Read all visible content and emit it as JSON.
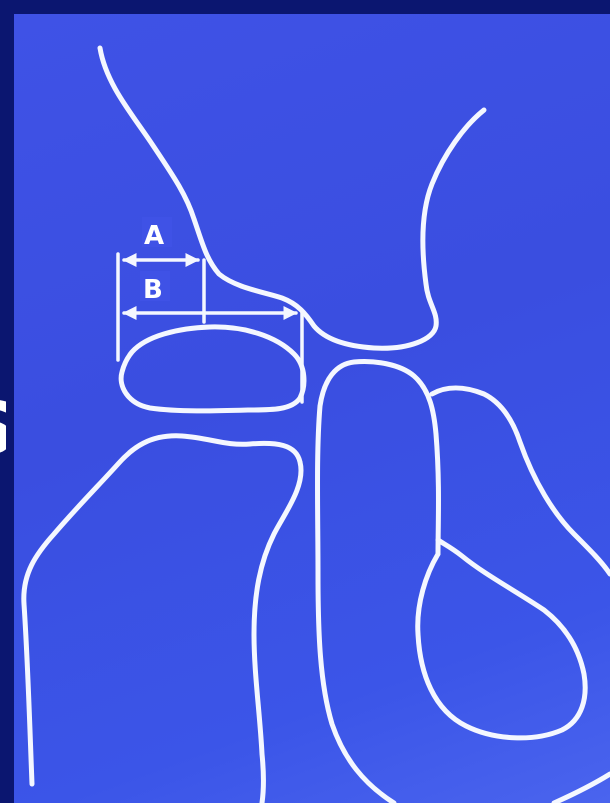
{
  "diagram": {
    "labels": {
      "a": "A",
      "b": "B"
    },
    "edge_text_fragment": "S",
    "colors": {
      "background": "#3f52e6",
      "frame": "#0b1670",
      "line": "#f4f7ff"
    }
  }
}
